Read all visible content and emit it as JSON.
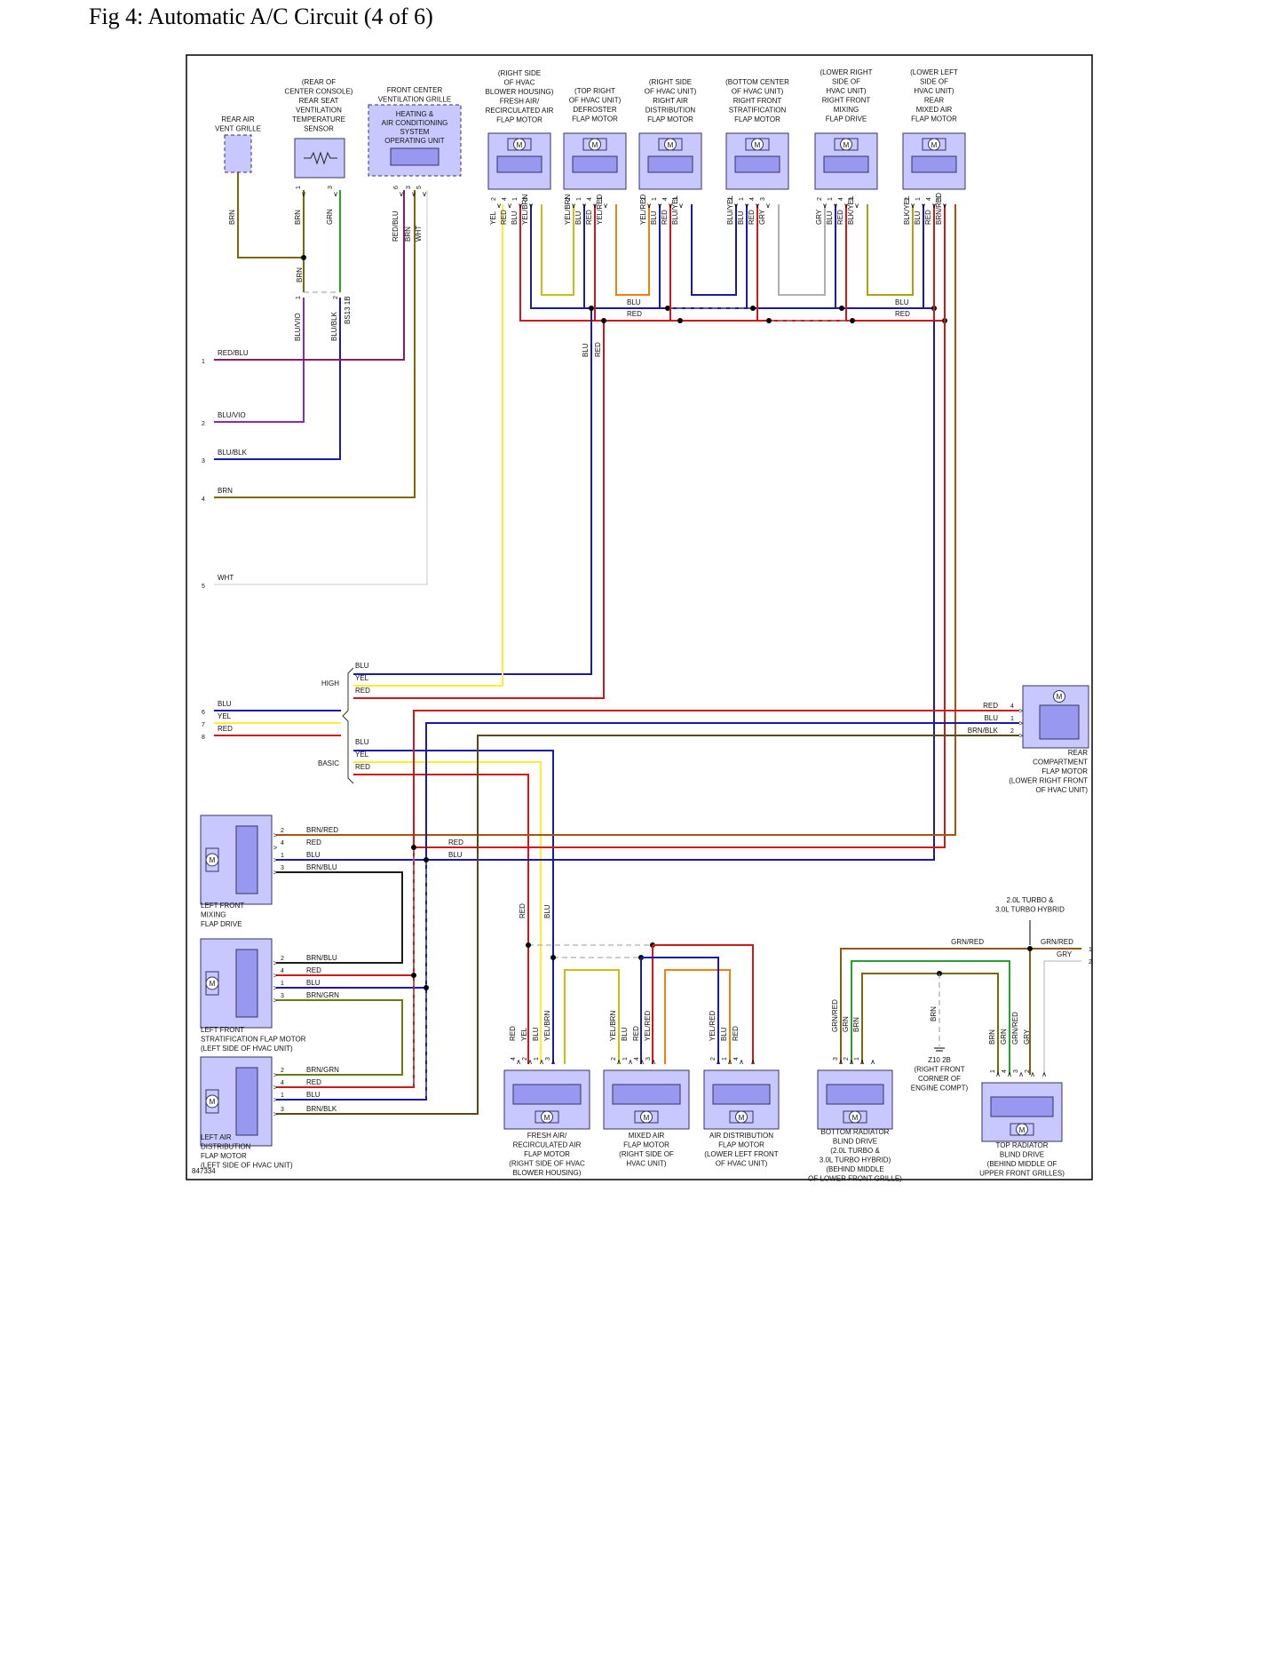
{
  "page": {
    "title": "Fig 4: Automatic A/C Circuit (4 of 6)"
  },
  "diagram": {
    "figure_id": "847334",
    "colors": {
      "BRN": "#7a6a00",
      "GRN": "#2aa02a",
      "BLU": "#1a1aa8",
      "RED": "#d01818",
      "YEL": "#ffee30",
      "VIO": "#8a2ab8",
      "WHT": "#c8c8c8",
      "GRY": "#b0b0b0",
      "ORN": "#e07a10",
      "BLK": "#222222",
      "BRNBLU": "#1c1c1c",
      "BRNRED": "#b05010",
      "GRNRED": "#8a5a10",
      "BRNBLK": "#5a4a10",
      "BRNGRN": "#6a7a10",
      "YELBRN": "#c8c010",
      "YELRED": "#f08010",
      "BLKYEL": "#b0a010",
      "BLUYEL": "#1a1aa8",
      "REDBLU": "#8a1a6a",
      "BLUVIO": "#8a2ab8",
      "BLUBLK": "#1a1aa8",
      "comp_fill": "#c8c8ff",
      "comp_inner": "#9898f0",
      "comp_stroke": "#333366",
      "dash": "#9a9a9a"
    },
    "components": [
      {
        "id": "rear-air-vent-grille",
        "lines": [
          "REAR AIR",
          "VENT GRILLE"
        ]
      },
      {
        "id": "rear-temp-sensor",
        "lines": [
          "(REAR OF",
          "CENTER CONSOLE)",
          "REAR SEAT",
          "VENTILATION",
          "TEMPERATURE",
          "SENSOR"
        ]
      },
      {
        "id": "front-vent-grille",
        "lines": [
          "FRONT CENTER",
          "VENTILATION GRILLE"
        ]
      },
      {
        "id": "hvac-operating-unit",
        "lines": [
          "HEATING &",
          "AIR CONDITIONING",
          "SYSTEM",
          "OPERATING UNIT"
        ]
      },
      {
        "id": "fresh-air-top",
        "lines": [
          "(RIGHT SIDE",
          "OF HVAC",
          "BLOWER HOUSING)",
          "FRESH AIR/",
          "RECIRCULATED AIR",
          "FLAP MOTOR"
        ]
      },
      {
        "id": "defroster",
        "lines": [
          "(TOP RIGHT",
          "OF HVAC UNIT)",
          "DEFROSTER",
          "FLAP MOTOR"
        ]
      },
      {
        "id": "right-air-dist",
        "lines": [
          "(RIGHT SIDE",
          "OF HVAC UNIT)",
          "RIGHT AIR",
          "DISTRIBUTION",
          "FLAP MOTOR"
        ]
      },
      {
        "id": "right-front-strat",
        "lines": [
          "(BOTTOM CENTER",
          "OF HVAC UNIT)",
          "RIGHT FRONT",
          "STRATIFICATION",
          "FLAP MOTOR"
        ]
      },
      {
        "id": "right-front-mixing",
        "lines": [
          "(LOWER RIGHT",
          "SIDE OF",
          "HVAC UNIT)",
          "RIGHT FRONT",
          "MIXING",
          "FLAP DRIVE"
        ]
      },
      {
        "id": "rear-mixed-air",
        "lines": [
          "(LOWER LEFT",
          "SIDE OF",
          "HVAC UNIT)",
          "REAR",
          "MIXED AIR",
          "FLAP MOTOR"
        ]
      },
      {
        "id": "rear-compartment",
        "lines": [
          "REAR",
          "COMPARTMENT",
          "FLAP MOTOR",
          "(LOWER RIGHT FRONT",
          "OF HVAC UNIT)"
        ]
      },
      {
        "id": "left-front-mixing",
        "lines": [
          "LEFT FRONT",
          "MIXING",
          "FLAP DRIVE"
        ]
      },
      {
        "id": "left-front-strat",
        "lines": [
          "LEFT FRONT",
          "STRATIFICATION FLAP MOTOR",
          "(LEFT SIDE OF HVAC UNIT)"
        ]
      },
      {
        "id": "left-air-dist",
        "lines": [
          "LEFT AIR",
          "DISTRIBUTION",
          "FLAP MOTOR",
          "(LEFT SIDE OF HVAC UNIT)"
        ]
      },
      {
        "id": "fresh-air-bottom",
        "lines": [
          "FRESH AIR/",
          "RECIRCULATED AIR",
          "FLAP MOTOR",
          "(RIGHT SIDE OF HVAC",
          "BLOWER HOUSING)"
        ]
      },
      {
        "id": "mixed-air",
        "lines": [
          "MIXED AIR",
          "FLAP MOTOR",
          "(RIGHT SIDE OF",
          "HVAC UNIT)"
        ]
      },
      {
        "id": "air-dist-lower-left",
        "lines": [
          "AIR DISTRIBUTION",
          "FLAP MOTOR",
          "(LOWER LEFT FRONT",
          "OF HVAC UNIT)"
        ]
      },
      {
        "id": "bottom-radiator",
        "lines": [
          "BOTTOM RADIATOR",
          "BLIND DRIVE",
          "(2.0L TURBO &",
          "3.0L TURBO HYBRID)",
          "(BEHIND MIDDLE",
          "OF LOWER FRONT GRILLE)"
        ]
      },
      {
        "id": "ground-z10",
        "lines": [
          "Z10 2B",
          "(RIGHT FRONT",
          "CORNER OF",
          "ENGINE COMPT)"
        ]
      },
      {
        "id": "top-radiator",
        "lines": [
          "TOP RADIATOR",
          "BLIND DRIVE",
          "(BEHIND MIDDLE OF",
          "UPPER FRONT GRILLES)"
        ]
      },
      {
        "id": "turbo-note",
        "lines": [
          "2.0L TURBO &",
          "3.0L TURBO HYBRID"
        ]
      }
    ],
    "connector_label": "BS13 1B",
    "group_labels": {
      "high": "HIGH",
      "basic": "BASIC"
    },
    "left_edge_terminals": [
      {
        "num": "1",
        "wire": "RED/BLU"
      },
      {
        "num": "2",
        "wire": "BLU/VIO"
      },
      {
        "num": "3",
        "wire": "BLU/BLK"
      },
      {
        "num": "4",
        "wire": "BRN"
      },
      {
        "num": "5",
        "wire": "WHT"
      },
      {
        "num": "6",
        "wire": "BLU"
      },
      {
        "num": "7",
        "wire": "YEL"
      },
      {
        "num": "8",
        "wire": "RED"
      }
    ],
    "right_edge_terminals": [
      {
        "num": "1",
        "wire": "GRN/RED"
      },
      {
        "num": "2",
        "wire": "GRY"
      }
    ]
  }
}
